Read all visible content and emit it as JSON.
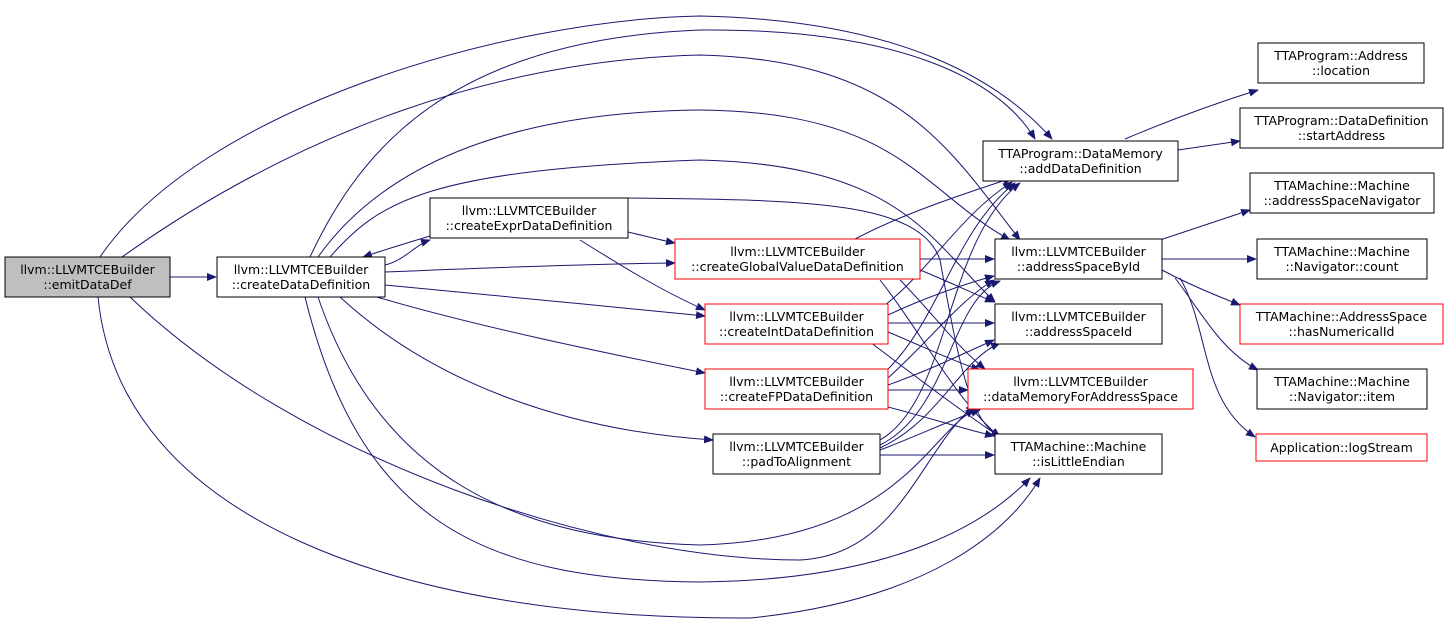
{
  "colors": {
    "edge": "#191970",
    "root_fill": "#bfbfbf",
    "border_normal": "#000000",
    "border_red": "#ff0000",
    "node_fill": "#ffffff"
  },
  "nodes": [
    {
      "id": "emitDataDef",
      "line1": "llvm::LLVMTCEBuilder",
      "line2": "::emitDataDef",
      "style": "root"
    },
    {
      "id": "createDataDefinition",
      "line1": "llvm::LLVMTCEBuilder",
      "line2": "::createDataDefinition",
      "style": "normal"
    },
    {
      "id": "createExprDataDefinition",
      "line1": "llvm::LLVMTCEBuilder",
      "line2": "::createExprDataDefinition",
      "style": "normal"
    },
    {
      "id": "createGlobalValueDataDefinition",
      "line1": "llvm::LLVMTCEBuilder",
      "line2": "::createGlobalValueDataDefinition",
      "style": "red"
    },
    {
      "id": "createIntDataDefinition",
      "line1": "llvm::LLVMTCEBuilder",
      "line2": "::createIntDataDefinition",
      "style": "red"
    },
    {
      "id": "createFPDataDefinition",
      "line1": "llvm::LLVMTCEBuilder",
      "line2": "::createFPDataDefinition",
      "style": "red"
    },
    {
      "id": "padToAlignment",
      "line1": "llvm::LLVMTCEBuilder",
      "line2": "::padToAlignment",
      "style": "normal"
    },
    {
      "id": "addDataDefinition",
      "line1": "TTAProgram::DataMemory",
      "line2": "::addDataDefinition",
      "style": "normal"
    },
    {
      "id": "addressSpaceById",
      "line1": "llvm::LLVMTCEBuilder",
      "line2": "::addressSpaceById",
      "style": "normal"
    },
    {
      "id": "addressSpaceId",
      "line1": "llvm::LLVMTCEBuilder",
      "line2": "::addressSpaceId",
      "style": "normal"
    },
    {
      "id": "dataMemoryForAddressSpace",
      "line1": "llvm::LLVMTCEBuilder",
      "line2": "::dataMemoryForAddressSpace",
      "style": "red"
    },
    {
      "id": "isLittleEndian",
      "line1": "TTAMachine::Machine",
      "line2": "::isLittleEndian",
      "style": "normal"
    },
    {
      "id": "location",
      "line1": "TTAProgram::Address",
      "line2": "::location",
      "style": "normal"
    },
    {
      "id": "startAddress",
      "line1": "TTAProgram::DataDefinition",
      "line2": "::startAddress",
      "style": "normal"
    },
    {
      "id": "addressSpaceNavigator",
      "line1": "TTAMachine::Machine",
      "line2": "::addressSpaceNavigator",
      "style": "normal"
    },
    {
      "id": "count",
      "line1": "TTAMachine::Machine",
      "line2": "::Navigator::count",
      "style": "normal"
    },
    {
      "id": "hasNumericalId",
      "line1": "TTAMachine::AddressSpace",
      "line2": "::hasNumericalId",
      "style": "red"
    },
    {
      "id": "item",
      "line1": "TTAMachine::Machine",
      "line2": "::Navigator::item",
      "style": "normal"
    },
    {
      "id": "logStream",
      "line1": "Application::logStream",
      "line2": "",
      "style": "red"
    }
  ]
}
